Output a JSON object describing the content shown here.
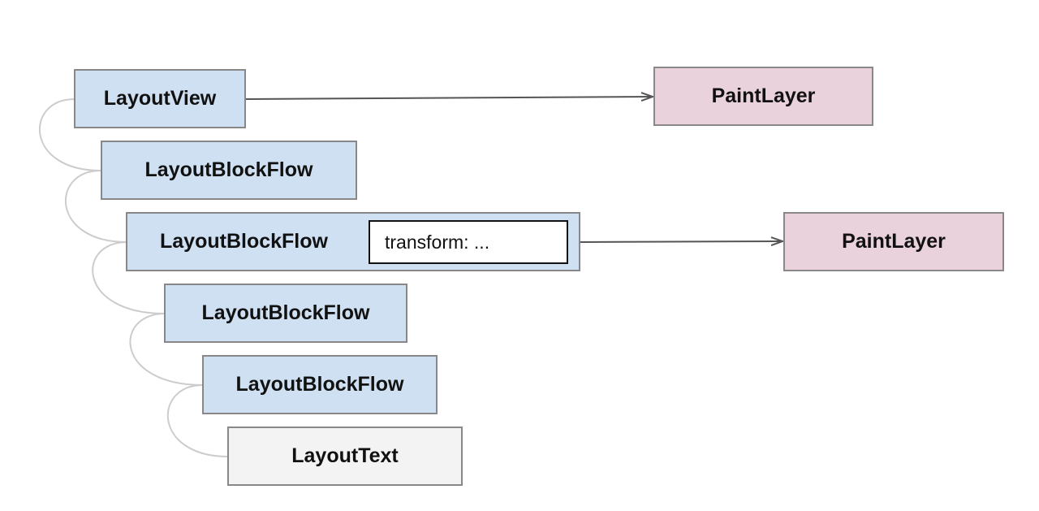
{
  "nodes": {
    "layout_view": "LayoutView",
    "paint_layer_1": "PaintLayer",
    "block_flow_1": "LayoutBlockFlow",
    "block_flow_2": "LayoutBlockFlow",
    "transform_prop": "transform: ...",
    "paint_layer_2": "PaintLayer",
    "block_flow_3": "LayoutBlockFlow",
    "block_flow_4": "LayoutBlockFlow",
    "layout_text": "LayoutText"
  },
  "colors": {
    "layout_object_fill": "#cfe0f2",
    "paint_layer_fill": "#ead2dc",
    "layout_text_fill": "#f3f3f3",
    "border": "#888888",
    "tree_connector": "#cccccc",
    "arrow": "#555555"
  }
}
